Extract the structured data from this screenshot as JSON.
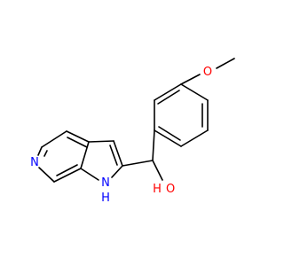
{
  "colors": {
    "background": "#ffffff",
    "bond": "#000000",
    "oxygen": "#ff0000",
    "nitrogen": "#0000ff"
  },
  "atoms": {
    "methoxy_o": "O",
    "pyridine_n": "N",
    "pyrrole_nh": "N",
    "pyrrole_h": "H",
    "hydroxyl_o": "O",
    "hydroxyl_h": "H"
  }
}
